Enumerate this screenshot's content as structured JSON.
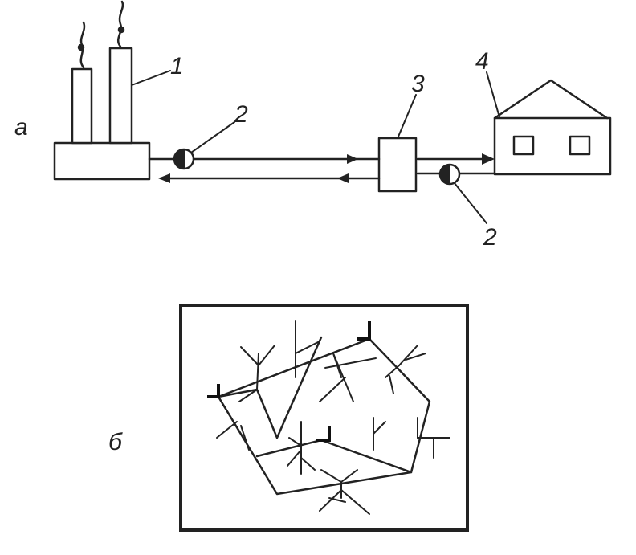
{
  "labels": {
    "part_a": "а",
    "part_b": "б",
    "source": "1",
    "pump_top": "2",
    "pump_bottom": "2",
    "substation": "3",
    "consumer": "4"
  },
  "colors": {
    "ink": "#222222",
    "background": "#ffffff"
  }
}
